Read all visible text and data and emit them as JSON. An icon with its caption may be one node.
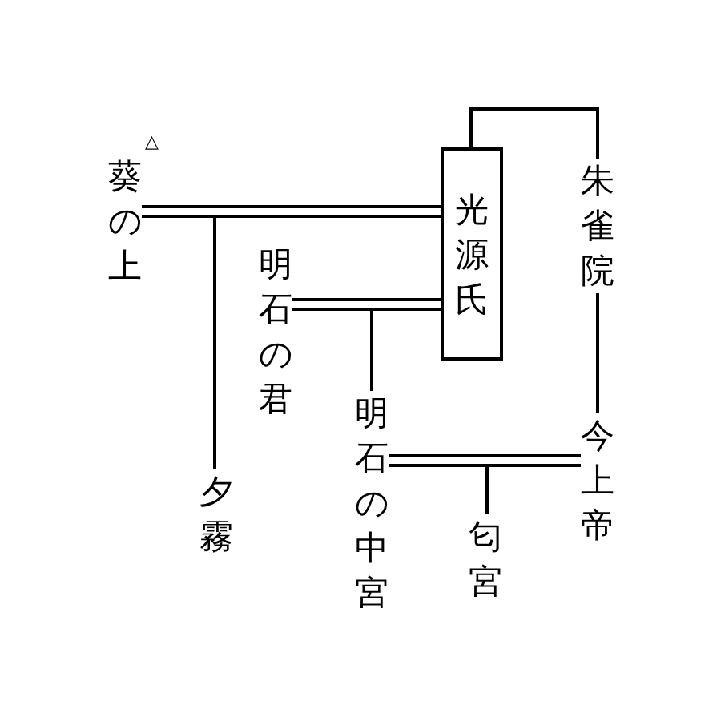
{
  "diagram": {
    "nodes": [
      {
        "text": [
          "葵の上"
        ],
        "beside": [
          "△"
        ]
      },
      {
        "text": [
          "光源氏"
        ]
      },
      {
        "text": [
          "朱雀院"
        ]
      },
      {
        "text": [
          "明石の君"
        ]
      },
      {
        "text": [
          "夕霧"
        ]
      },
      {
        "text": [
          "明石の中宮"
        ]
      },
      {
        "text": [
          "今上帝"
        ]
      },
      {
        "text": [
          "匂宮"
        ]
      }
    ],
    "edges": [
      {
        "from": 1,
        "to": 2,
        "arrow": "none"
      },
      {
        "from": 0,
        "to": 1,
        "arrow": "none",
        "style": "thick"
      },
      {
        "from": 0,
        "to": 4,
        "arrow": "none"
      },
      {
        "from": 1,
        "to": 4,
        "arrow": "none"
      },
      {
        "from": 3,
        "to": 1,
        "arrow": "none",
        "style": "thick"
      },
      {
        "from": 3,
        "to": 5,
        "arrow": "none"
      },
      {
        "from": 1,
        "to": 5,
        "arrow": "none"
      },
      {
        "from": 2,
        "to": 6,
        "arrow": "none"
      },
      {
        "from": 5,
        "to": 6,
        "arrow": "none",
        "style": "thick"
      },
      {
        "from": 5,
        "to": 7,
        "arrow": "none"
      },
      {
        "from": 6,
        "to": 7,
        "arrow": "none"
      }
    ]
  }
}
